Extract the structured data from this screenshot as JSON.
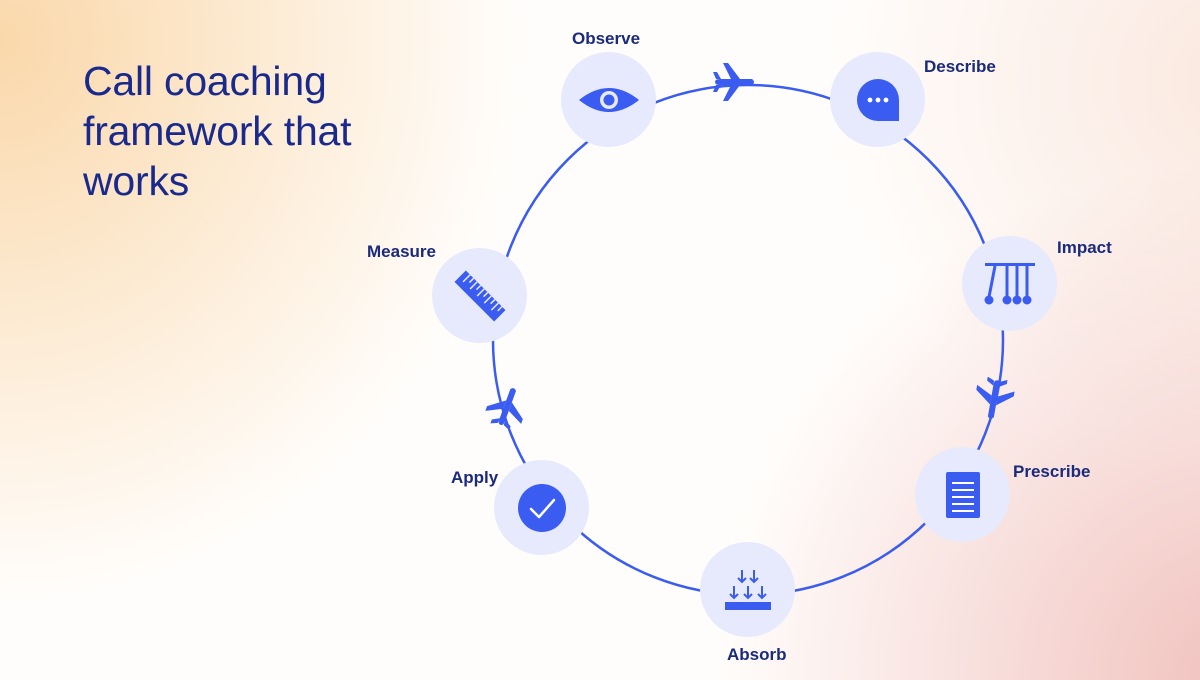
{
  "title": "Call coaching framework that works",
  "colors": {
    "accent": "#3a5cf0",
    "node_bg": "#e6eafc",
    "label": "#1a2a7c",
    "title": "#1a2a8c"
  },
  "steps": [
    {
      "label": "Observe",
      "icon": "eye-icon"
    },
    {
      "label": "Describe",
      "icon": "chat-bubble-icon"
    },
    {
      "label": "Impact",
      "icon": "newtons-cradle-icon"
    },
    {
      "label": "Prescribe",
      "icon": "document-icon"
    },
    {
      "label": "Absorb",
      "icon": "arrows-down-icon"
    },
    {
      "label": "Apply",
      "icon": "checkmark-icon"
    },
    {
      "label": "Measure",
      "icon": "ruler-icon"
    }
  ],
  "arrows_icon": "airplane-icon"
}
